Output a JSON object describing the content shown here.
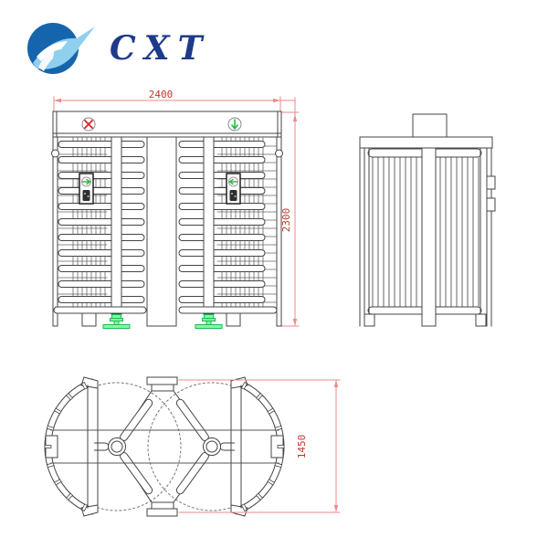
{
  "logo": {
    "brand": "CXT"
  },
  "dimensions": {
    "front_width": "2400",
    "front_height": "2300",
    "plan_depth": "1450"
  },
  "indicators": {
    "left_passage": {
      "icon": "no-entry-cross",
      "color": "#dd2222"
    },
    "right_passage": {
      "icon": "entry-down-arrow",
      "color": "#2abb4a"
    },
    "left_reader": {
      "icon": "arrow-right",
      "color": "#2abb4a"
    },
    "right_reader": {
      "icon": "arrow-left",
      "color": "#2abb4a"
    }
  },
  "colors": {
    "dimension_line": "#ee8a8a",
    "dimension_text": "#c0392b",
    "drawing_line": "#444444",
    "anchor_green": "#7dff9e",
    "anchor_green_stroke": "#1db954",
    "indicator_green": "#2abb4a",
    "indicator_red": "#dd2222",
    "logo_circle": "#1565ad",
    "logo_swoosh": "#8fd0ee",
    "logo_text": "#1e3a8a"
  }
}
